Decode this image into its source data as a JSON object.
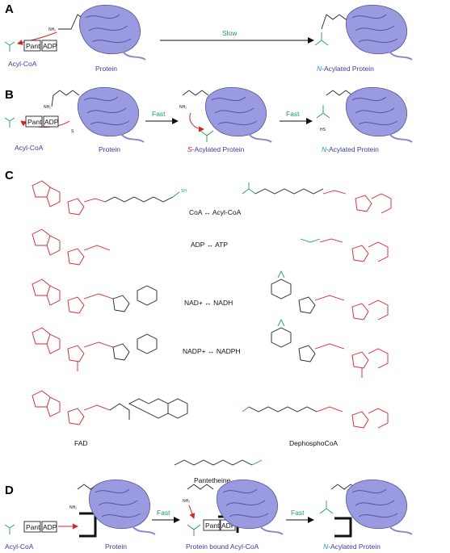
{
  "panels": {
    "a": {
      "letter": "A",
      "acyl_coa": "Acyl-CoA",
      "protein": "Protein",
      "product": "N-Acylated Protein",
      "product_prefix": "N",
      "product_suffix": "-Acylated Protein",
      "arrow": "Slow",
      "pant": "Pant",
      "adp": "ADP"
    },
    "b": {
      "letter": "B",
      "acyl_coa": "Acyl-CoA",
      "protein": "Protein",
      "intermediate_prefix": "S",
      "intermediate_suffix": "-Acylated Protein",
      "product_prefix": "N",
      "product_suffix": "-Acylated Protein",
      "arrow1": "Fast",
      "arrow2": "Fast",
      "pant": "Pant",
      "adp": "ADP"
    },
    "c": {
      "letter": "C",
      "rows": [
        {
          "left": "CoA",
          "right": "Acyl-CoA"
        },
        {
          "left": "ADP",
          "right": "ATP"
        },
        {
          "left": "NAD+",
          "right": "NADH"
        },
        {
          "left": "NADP+",
          "right": "NADPH"
        }
      ],
      "fad": "FAD",
      "dephospho": "DephosphoCoA",
      "pantetheine": "Pantetheine"
    },
    "d": {
      "letter": "D",
      "acyl_coa": "Acyl-CoA",
      "protein": "Protein",
      "intermediate": "Protein bound Acyl-CoA",
      "product_prefix": "N",
      "product_suffix": "-Acylated Protein",
      "arrow1": "Fast",
      "arrow2": "Fast",
      "pant": "Pant",
      "adp": "ADP"
    }
  },
  "colors": {
    "protein": "#9a9ae0",
    "red": "#e02020",
    "green": "#1aa05a",
    "blue_label": "#3b3bb0",
    "cyan_n": "#1a9fd0"
  }
}
